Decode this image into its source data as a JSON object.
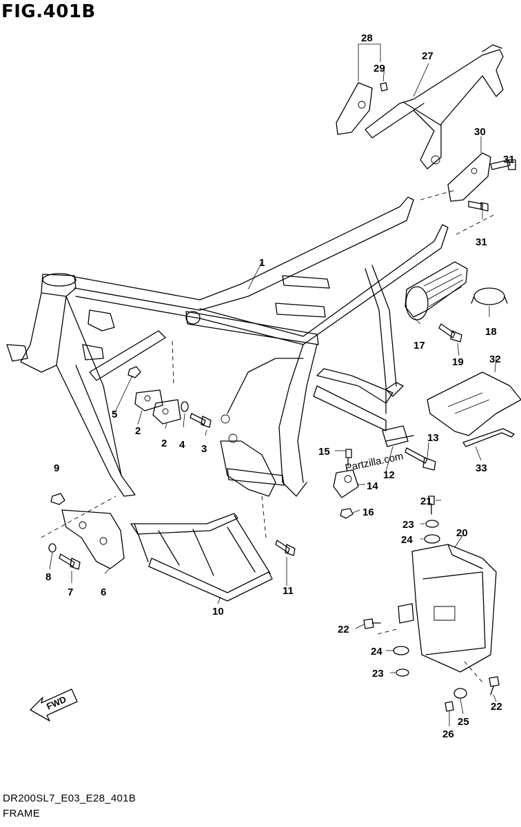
{
  "figure": {
    "title": "FIG.401B",
    "model_code": "DR200SL7_E03_E28_401B",
    "section": "FRAME",
    "watermark": "Partzilla.com",
    "fwd_label": "FWD"
  },
  "callouts": [
    {
      "id": "c1",
      "label": "1"
    },
    {
      "id": "c2a",
      "label": "2"
    },
    {
      "id": "c2b",
      "label": "2"
    },
    {
      "id": "c3",
      "label": "3"
    },
    {
      "id": "c4",
      "label": "4"
    },
    {
      "id": "c5",
      "label": "5"
    },
    {
      "id": "c6",
      "label": "6"
    },
    {
      "id": "c7",
      "label": "7"
    },
    {
      "id": "c8",
      "label": "8"
    },
    {
      "id": "c9",
      "label": "9"
    },
    {
      "id": "c10",
      "label": "10"
    },
    {
      "id": "c11",
      "label": "11"
    },
    {
      "id": "c12",
      "label": "12"
    },
    {
      "id": "c13",
      "label": "13"
    },
    {
      "id": "c14",
      "label": "14"
    },
    {
      "id": "c15",
      "label": "15"
    },
    {
      "id": "c16",
      "label": "16"
    },
    {
      "id": "c17",
      "label": "17"
    },
    {
      "id": "c18",
      "label": "18"
    },
    {
      "id": "c19",
      "label": "19"
    },
    {
      "id": "c20",
      "label": "20"
    },
    {
      "id": "c21",
      "label": "21"
    },
    {
      "id": "c22a",
      "label": "22"
    },
    {
      "id": "c22b",
      "label": "22"
    },
    {
      "id": "c23a",
      "label": "23"
    },
    {
      "id": "c23b",
      "label": "23"
    },
    {
      "id": "c24a",
      "label": "24"
    },
    {
      "id": "c24b",
      "label": "24"
    },
    {
      "id": "c25",
      "label": "25"
    },
    {
      "id": "c26",
      "label": "26"
    },
    {
      "id": "c27",
      "label": "27"
    },
    {
      "id": "c28",
      "label": "28"
    },
    {
      "id": "c29",
      "label": "29"
    },
    {
      "id": "c30",
      "label": "30"
    },
    {
      "id": "c31a",
      "label": "31"
    },
    {
      "id": "c31b",
      "label": "31"
    },
    {
      "id": "c32",
      "label": "32"
    },
    {
      "id": "c33",
      "label": "33"
    }
  ]
}
